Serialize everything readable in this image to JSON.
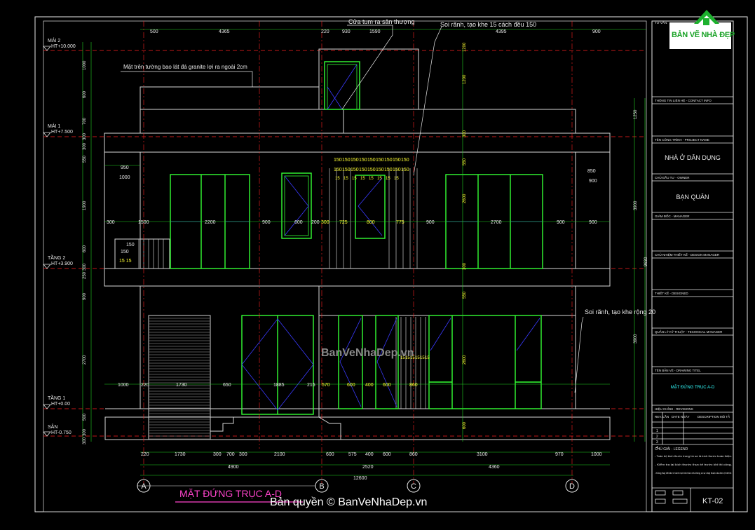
{
  "drawing": {
    "title": "MẶT ĐỨNG TRỤC A-D",
    "sheet_code": "KT-02",
    "watermark": "BanVeNhaDep.vn",
    "copyright": "Bản quyền © BanVeNhaDep.vn",
    "brand_logo": "BẢN VẼ NHÀ ĐẸP"
  },
  "annotations": {
    "roof_door": "Cửa tum ra sân thượng",
    "groove_top": "Soi rãnh, tạo khe 15 cách đều 150",
    "parapet_note": "Mặt trên tường bao lát đá granite lợi ra ngoài 2cm",
    "groove_bottom": "Soi rãnh, tạo khe rộng 20"
  },
  "levels": [
    {
      "name": "MÁI 2",
      "value": "HT+10.000"
    },
    {
      "name": "MÁI 1",
      "value": "HT+7.500"
    },
    {
      "name": "TẦNG 2",
      "value": "HT+3.900"
    },
    {
      "name": "TẦNG 1",
      "value": "HT+0.00"
    },
    {
      "name": "SÂN",
      "value": "HT-0.750"
    }
  ],
  "axes": [
    "A",
    "B",
    "C",
    "D"
  ],
  "dims": {
    "top": [
      "500",
      "4365",
      "220",
      "930",
      "1590",
      "4395",
      "900"
    ],
    "floor2_row": [
      "300",
      "1500",
      "2200",
      "900",
      "600",
      "200",
      "300",
      "725",
      "800",
      "775",
      "900",
      "2700",
      "900",
      "900"
    ],
    "floor2_upper": [
      "950",
      "1000",
      "850",
      "900"
    ],
    "slats": [
      "150",
      "150",
      "150",
      "150",
      "150",
      "150",
      "150",
      "150",
      "150"
    ],
    "slat_gaps": [
      "15",
      "15",
      "15",
      "15",
      "15",
      "15",
      "15",
      "15"
    ],
    "floor1_row": [
      "1000",
      "220",
      "1730",
      "650",
      "1885",
      "215",
      "570",
      "600",
      "400",
      "600",
      "860"
    ],
    "bottom_1": [
      "220",
      "1730",
      "300",
      "700",
      "300",
      "2100",
      "600",
      "575",
      "400",
      "600",
      "860",
      "3100",
      "970",
      "1000"
    ],
    "bottom_2": [
      "4900",
      "2520",
      "4360"
    ],
    "total": "12600",
    "left_vertical": [
      "1000",
      "600",
      "700",
      "300",
      "300",
      "550",
      "1900",
      "600",
      "300",
      "250",
      "900",
      "2700",
      "500",
      "300",
      "300"
    ],
    "right_vertical": [
      "1200",
      "1200",
      "300",
      "550",
      "2600",
      "300",
      "550",
      "2600",
      "600"
    ],
    "right_outer": [
      "1250",
      "3900",
      "9630",
      "3900"
    ],
    "balcony": [
      "150",
      "150",
      "15",
      "15"
    ],
    "floor1_slats": [
      "15",
      "15",
      "15",
      "15",
      "15",
      "15"
    ]
  },
  "title_block": {
    "rows": [
      {
        "label": "TƯ VẤN:",
        "value": ""
      },
      {
        "label": "THÔNG TIN LIÊN HỆ - CONTACT INFO",
        "value": ""
      },
      {
        "label": "TÊN CÔNG TRÌNH - PROJECT NAME",
        "value": "NHÀ Ở DÂN DỤNG"
      },
      {
        "label": "CHỦ ĐẦU TƯ - OWNER",
        "value": "BẠN QUÂN"
      },
      {
        "label": "GIÁM ĐỐC - MANAGER",
        "value": ""
      },
      {
        "label": "CHỦ NHIỆM THIẾT KẾ - DESIGN MANAGER",
        "value": ""
      },
      {
        "label": "THIẾT KẾ - DESIGNED",
        "value": ""
      },
      {
        "label": "QUẢN LÝ KỸ THUẬT - TECHNICAL MANAGER",
        "value": ""
      },
      {
        "label": "TÊN BẢN VẼ - DRAWING TITEL",
        "value": "MẶT ĐỨNG TRỤC A-D"
      },
      {
        "label": "HIỆU CHỈNH - REVISIONS",
        "value": ""
      }
    ],
    "revision_headers": [
      "REV. LẦN",
      "DATE NGÀY",
      "DESCRIPTION MÔ TẢ"
    ],
    "revision_nums": [
      "1",
      "2",
      "3",
      "4"
    ],
    "legend_title": "CHÚ GIẢI - LEGEND",
    "legend_notes": [
      "- Toàn bộ kích thước trong hồ sơ là kích thước hoàn thiện.",
      "- Kiểm tra lại kích thước thực tế trước khi thi công.",
      "- Không thay đổi bản vẽ dưới mọi hình thức nếu không có sự chấp thuận của đơn vị thiết kế."
    ]
  },
  "colors": {
    "background": "#000000",
    "frame": "#e8e8e8",
    "dim_green": "#22d422",
    "window_green": "#33ff33",
    "diagonal_blue": "#3a3aff",
    "level_red": "#ff2020",
    "title_magenta": "#ff44cc",
    "yellow": "#ffff33",
    "cyan": "#33ffff"
  },
  "icons": {
    "logo": "house-logo-icon",
    "axis_marker": "axis-circle-icon"
  }
}
